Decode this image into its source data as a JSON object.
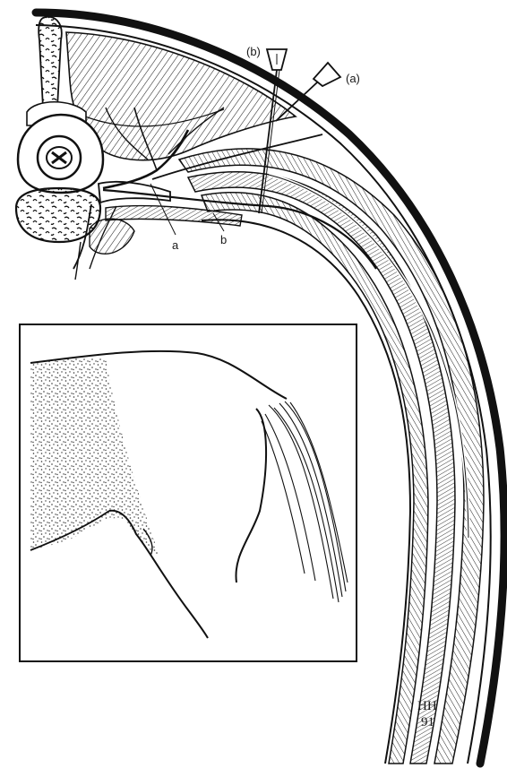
{
  "labels": {
    "needle_b_tag": "(b)",
    "needle_a_tag": "(a)",
    "nerve_a": "a",
    "nerve_b": "b",
    "signature_line1": "HH",
    "signature_line2": "91"
  }
}
